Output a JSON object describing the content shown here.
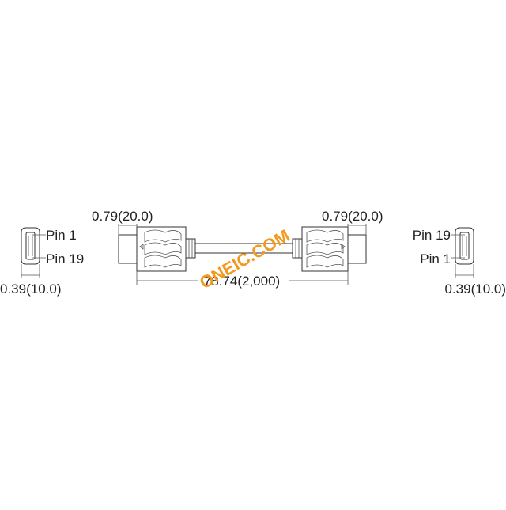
{
  "diagram": {
    "left_end": {
      "pin_top": "Pin 1",
      "pin_bottom": "Pin 19",
      "width_dim": "0.39(10.0)"
    },
    "right_end": {
      "pin_top": "Pin 19",
      "pin_bottom": "Pin 1",
      "width_dim": "0.39(10.0)"
    },
    "left_plug_dim": "0.79(20.0)",
    "right_plug_dim": "0.79(20.0)",
    "length_dim": "78.74(2,000)",
    "watermark": "ONEIC.COM"
  },
  "colors": {
    "line": "#333333",
    "watermark": "#f39a1e"
  }
}
